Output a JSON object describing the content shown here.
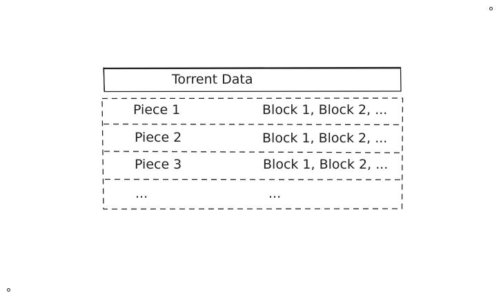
{
  "diagram": {
    "title": "Torrent Data",
    "rows": [
      {
        "piece": "Piece 1",
        "blocks": "Block 1, Block 2, ..."
      },
      {
        "piece": "Piece 2",
        "blocks": "Block 1, Block 2, ..."
      },
      {
        "piece": "Piece 3",
        "blocks": "Block 1, Block 2, ..."
      },
      {
        "piece": "...",
        "blocks": "..."
      }
    ]
  },
  "colors": {
    "stroke": "#1e1e1e",
    "background": "#ffffff"
  }
}
